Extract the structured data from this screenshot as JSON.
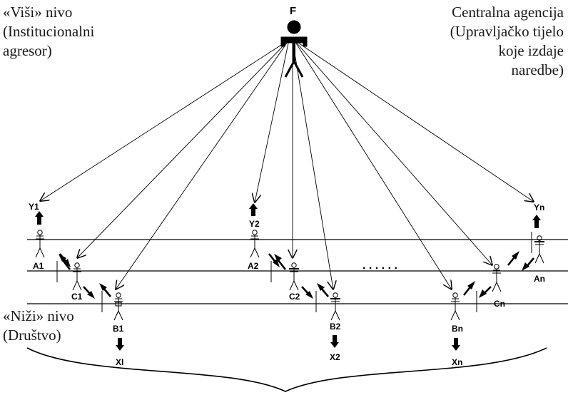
{
  "labels": {
    "upper": [
      "«Viši» nivo",
      "(Institucionalni",
      "agresor)"
    ],
    "central": [
      "Centralna agencija",
      "(Upravljačko tijelo",
      "koje izdaje",
      "naredbe)"
    ],
    "lower": [
      "«Niži» nivo",
      "(Društvo)"
    ]
  },
  "nodes": {
    "F": "F",
    "Y1": "Y1",
    "Y2": "Y2",
    "Yn": "Yn",
    "A1": "A1",
    "A2": "A2",
    "An": "An",
    "C1": "C1",
    "C2": "C2",
    "Cn": "Cn",
    "B1": "B1",
    "B2": "B2",
    "Bn": "Bn",
    "X1": "Xl",
    "X2": "X2",
    "Xn": "Xn"
  },
  "ellipsis": ". . . . . ."
}
